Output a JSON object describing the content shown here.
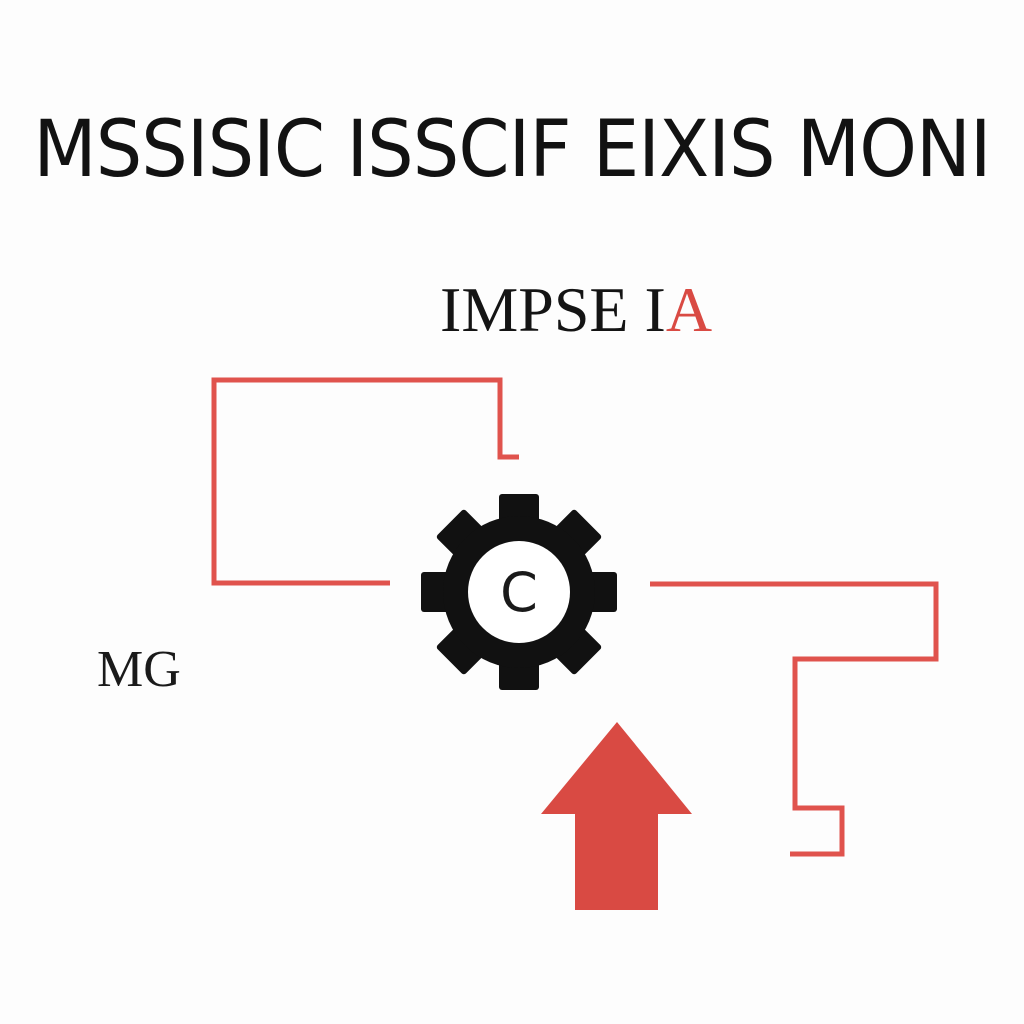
{
  "heading": "MSSISIC ISSCIF EIXIS MONI",
  "subheading": {
    "main": "IMPSE I",
    "accent": "A"
  },
  "side_label": "MG",
  "gear": {
    "center_label": "C",
    "icon": "gear-icon"
  },
  "colors": {
    "connector": "#e0534d",
    "arrow": "#d94a43",
    "gear": "#111111",
    "text": "#121212"
  }
}
